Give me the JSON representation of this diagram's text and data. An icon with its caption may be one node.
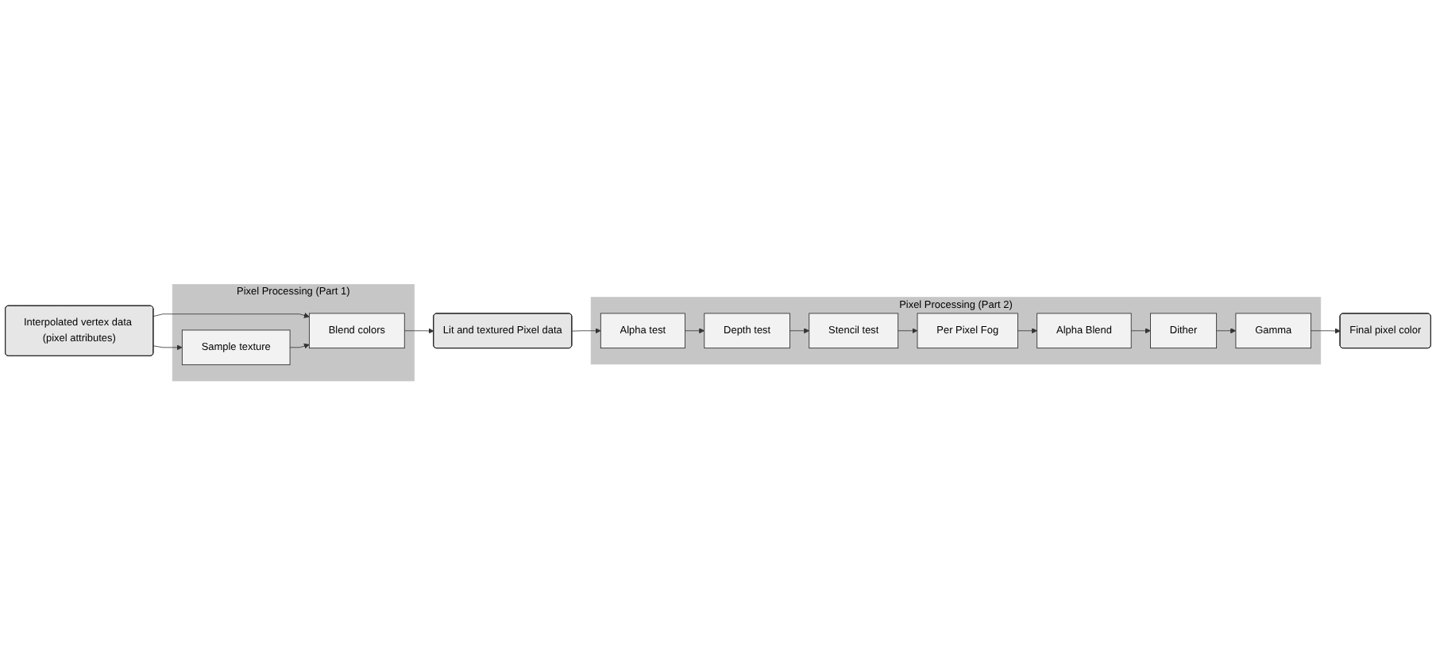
{
  "diagram": {
    "nodes": [
      {
        "text": [
          "Interpolated vertex data (pixel attributes)"
        ]
      },
      {
        "text": [
          "Pixel Processing (Part 1)"
        ]
      },
      {
        "text": [
          "Blend colors"
        ],
        "in": 1
      },
      {
        "text": [
          "Sample texture"
        ],
        "in": 1
      },
      {
        "text": [
          "Lit and textured Pixel data"
        ]
      },
      {
        "text": [
          "Pixel Processing (Part 2)"
        ]
      },
      {
        "text": [
          "Alpha test"
        ],
        "in": 5
      },
      {
        "text": [
          "Depth test"
        ],
        "in": 5
      },
      {
        "text": [
          "Stencil test"
        ],
        "in": 5
      },
      {
        "text": [
          "Per Pixel Fog"
        ],
        "in": 5
      },
      {
        "text": [
          "Alpha Blend"
        ],
        "in": 5
      },
      {
        "text": [
          "Dither"
        ],
        "in": 5
      },
      {
        "text": [
          "Gamma"
        ],
        "in": 5
      },
      {
        "text": [
          "Final pixel color"
        ]
      }
    ],
    "edges": [
      {
        "from": 0,
        "to": 2,
        "arrow": "to"
      },
      {
        "from": 0,
        "to": 3,
        "arrow": "to"
      },
      {
        "from": 3,
        "to": 2,
        "arrow": "to"
      },
      {
        "from": 2,
        "to": 4,
        "arrow": "to"
      },
      {
        "from": 4,
        "to": 6,
        "arrow": "to"
      },
      {
        "from": 6,
        "to": 7,
        "arrow": "to"
      },
      {
        "from": 7,
        "to": 8,
        "arrow": "to"
      },
      {
        "from": 8,
        "to": 9,
        "arrow": "to"
      },
      {
        "from": 9,
        "to": 10,
        "arrow": "to"
      },
      {
        "from": 10,
        "to": 11,
        "arrow": "to"
      },
      {
        "from": 11,
        "to": 12,
        "arrow": "to"
      },
      {
        "from": 12,
        "to": 13,
        "arrow": "to"
      }
    ]
  }
}
